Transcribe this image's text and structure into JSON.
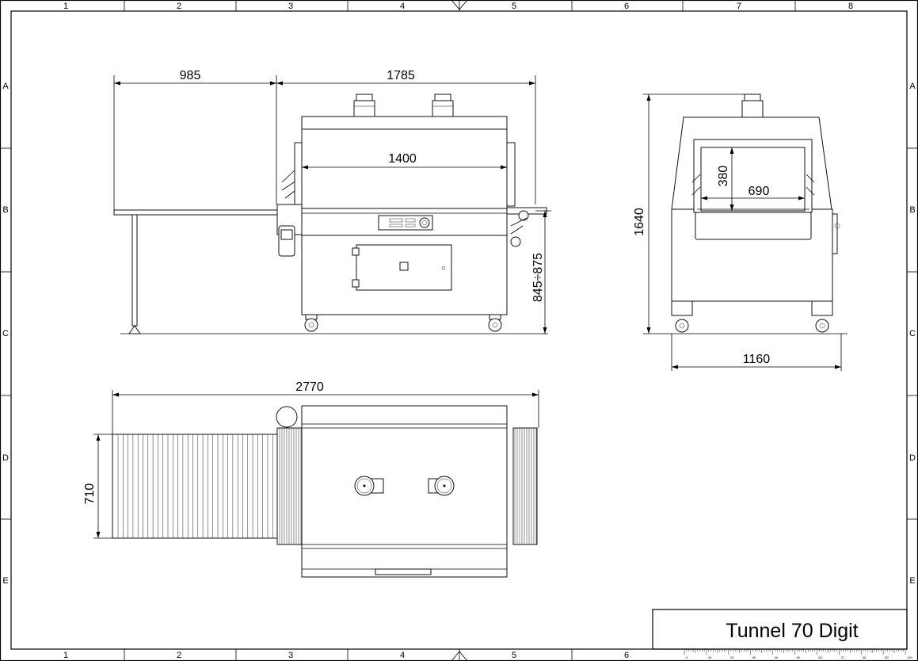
{
  "title_block": {
    "title": "Tunnel 70 Digit"
  },
  "grid": {
    "columns": [
      "1",
      "2",
      "3",
      "4",
      "5",
      "6",
      "7",
      "8"
    ],
    "bottom_columns": [
      "1",
      "2",
      "3",
      "4",
      "5",
      "6"
    ],
    "rows": [
      "A",
      "B",
      "C",
      "D",
      "E"
    ]
  },
  "dimensions": {
    "conveyor_length": "985",
    "tunnel_length": "1785",
    "chamber_length": "1400",
    "working_height": "845÷875",
    "overall_height": "1640",
    "overall_width": "1160",
    "opening_height": "380",
    "opening_width": "690",
    "overall_length": "2770",
    "belt_width": "710"
  },
  "scale_bar": {
    "ticks": [
      "0",
      "10",
      "20",
      "30",
      "40",
      "50",
      "60",
      "70",
      "80",
      "90",
      "100"
    ]
  }
}
